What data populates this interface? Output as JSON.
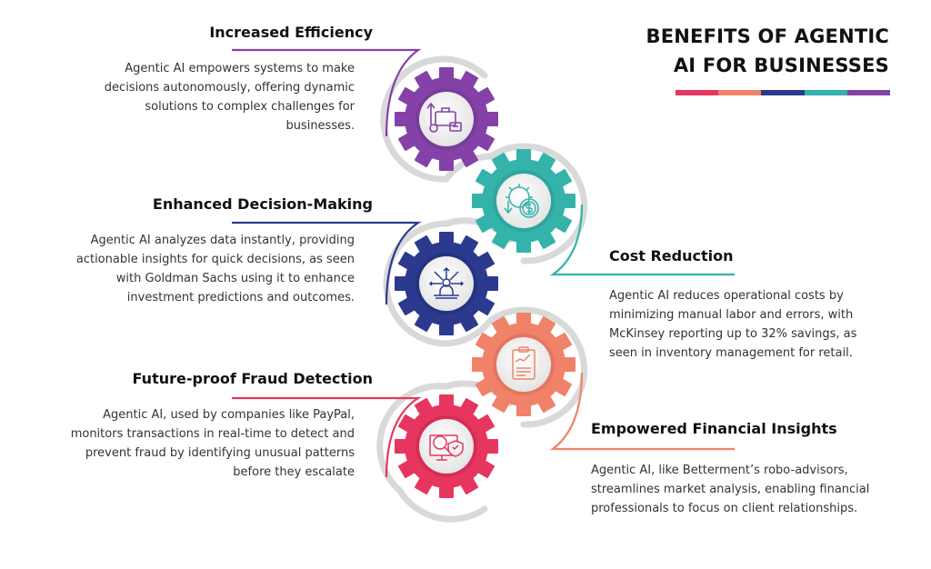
{
  "title": {
    "line1": "BENEFITS OF AGENTIC",
    "line2": "AI FOR BUSINESSES",
    "bar_colors": [
      "#e6365f",
      "#f0826a",
      "#2b3a8f",
      "#34b3aa",
      "#8441a8"
    ]
  },
  "benefits": [
    {
      "heading": "Increased Efficiency",
      "description": "Agentic AI empowers systems to make decisions autonomously, offering dynamic solutions to complex challenges for businesses.",
      "color": "#8441a8",
      "icon": "briefcase-growth-icon",
      "side": "left"
    },
    {
      "heading": "Cost Reduction",
      "description": "Agentic AI reduces operational costs by minimizing manual labor and errors, with McKinsey reporting up to 32% savings, as seen in inventory management for retail.",
      "color": "#34b3aa",
      "icon": "gear-dollar-down-icon",
      "side": "right"
    },
    {
      "heading": "Enhanced Decision-Making",
      "description": "Agentic AI analyzes data instantly, providing actionable insights for quick decisions, as seen with Goldman Sachs using it to enhance investment predictions and outcomes.",
      "color": "#2b3a8f",
      "icon": "person-decision-arrows-icon",
      "side": "left"
    },
    {
      "heading": "Empowered Financial Insights",
      "description": "Agentic AI, like Betterment’s robo-advisors, streamlines market analysis, enabling financial professionals to focus on client relationships.",
      "color": "#f0826a",
      "icon": "clipboard-finance-chart-icon",
      "side": "right"
    },
    {
      "heading": "Future-proof Fraud Detection",
      "description": "Agentic AI, used by companies like PayPal, monitors transactions in real-time to detect and prevent fraud by identifying unusual patterns before they escalate",
      "color": "#e6365f",
      "icon": "monitor-search-shield-icon",
      "side": "left"
    }
  ]
}
